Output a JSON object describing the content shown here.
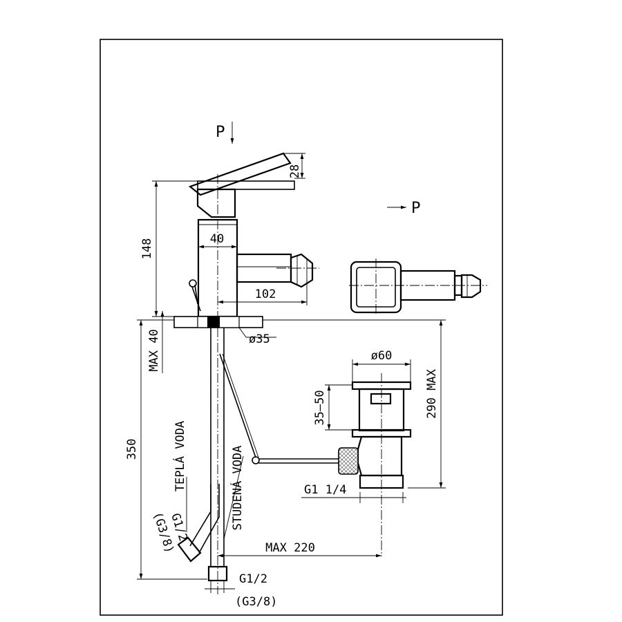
{
  "labels": {
    "p_top": "P",
    "p_side": "P",
    "dim_28": "28",
    "dim_148": "148",
    "dim_40": "40",
    "dim_102": "102",
    "dim_max40": "MAX 40",
    "dim_d35": "ø35",
    "dim_d60": "ø60",
    "dim_35_50": "35–50",
    "dim_290max": "290 MAX",
    "dim_350": "350",
    "dim_max220": "MAX 220",
    "thread_g114": "G1 1/4",
    "thread_g12_left": "G1/2",
    "thread_g38_left": "(G3/8)",
    "thread_g12_bottom": "G1/2",
    "thread_g38_bottom": "(G3/8)",
    "hot_water": "TEPLÁ VODA",
    "cold_water": "STUDENÁ VODA"
  }
}
